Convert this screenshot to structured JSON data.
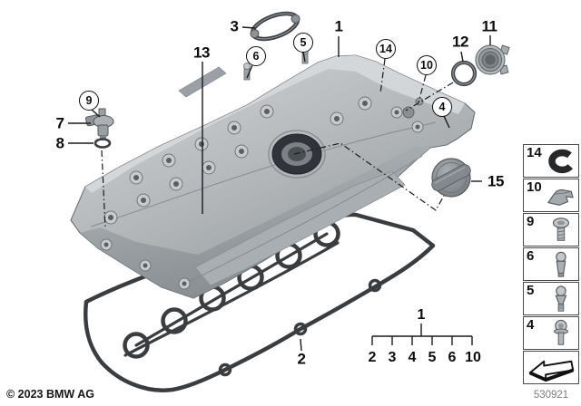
{
  "colors": {
    "cover_gray": "#b6babd",
    "cover_highlight": "#d6dadc",
    "cover_shadow": "#8b9195",
    "gasket_dark": "#3a3d40",
    "callout_ink": "#0d0d0d",
    "diagram_number_gray": "#7b7b7b"
  },
  "callouts": {
    "c1": {
      "label": "1",
      "style": "plain"
    },
    "c2": {
      "label": "2",
      "style": "plain"
    },
    "c3": {
      "label": "3",
      "style": "plain"
    },
    "c4": {
      "label": "4",
      "style": "circled"
    },
    "c5": {
      "label": "5",
      "style": "circled"
    },
    "c6": {
      "label": "6",
      "style": "circled"
    },
    "c7": {
      "label": "7",
      "style": "plain"
    },
    "c8": {
      "label": "8",
      "style": "plain"
    },
    "c9": {
      "label": "9",
      "style": "circled"
    },
    "c10": {
      "label": "10",
      "style": "circled"
    },
    "c11": {
      "label": "11",
      "style": "plain"
    },
    "c12": {
      "label": "12",
      "style": "plain"
    },
    "c13": {
      "label": "13",
      "style": "plain"
    },
    "c14": {
      "label": "14",
      "style": "circled"
    },
    "c15": {
      "label": "15",
      "style": "plain"
    }
  },
  "legend": {
    "parent_label": "1",
    "items": [
      "2",
      "3",
      "4",
      "5",
      "6",
      "10"
    ]
  },
  "sidebar": {
    "items": [
      {
        "label": "14",
        "icon": "clip-black-icon"
      },
      {
        "label": "10",
        "icon": "clip-gray-icon"
      },
      {
        "label": "9",
        "icon": "screw-icon"
      },
      {
        "label": "6",
        "icon": "ball-stud-icon"
      },
      {
        "label": "5",
        "icon": "ball-stud-threaded-icon"
      },
      {
        "label": "4",
        "icon": "stud-bolt-icon"
      }
    ],
    "footer_icon": "continue-arrow-icon"
  },
  "footer": {
    "copyright": "© 2023 BMW AG",
    "diagram_number": "530921"
  }
}
